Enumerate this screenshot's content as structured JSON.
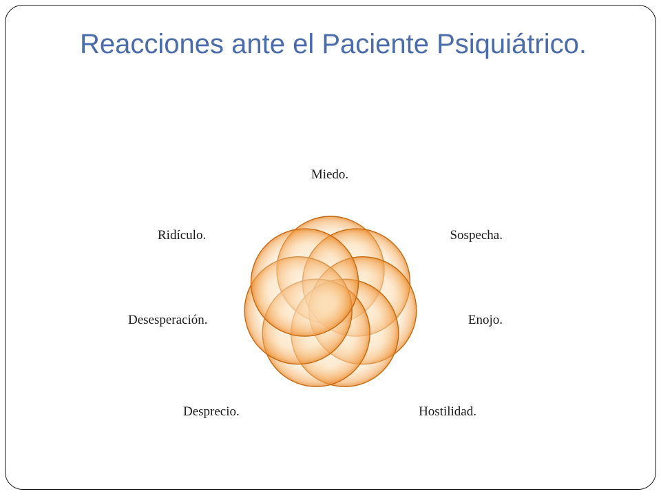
{
  "slide": {
    "title": "Reacciones ante el Paciente Psiquiátrico."
  },
  "diagram": {
    "type": "venn-ring",
    "circle_color": "#f0a050",
    "circle_stroke": "#c56a10",
    "items": [
      {
        "label": "Miedo."
      },
      {
        "label": "Sospecha."
      },
      {
        "label": "Enojo."
      },
      {
        "label": "Hostilidad."
      },
      {
        "label": "Desprecio."
      },
      {
        "label": "Desesperación."
      },
      {
        "label": "Ridículo."
      }
    ]
  }
}
